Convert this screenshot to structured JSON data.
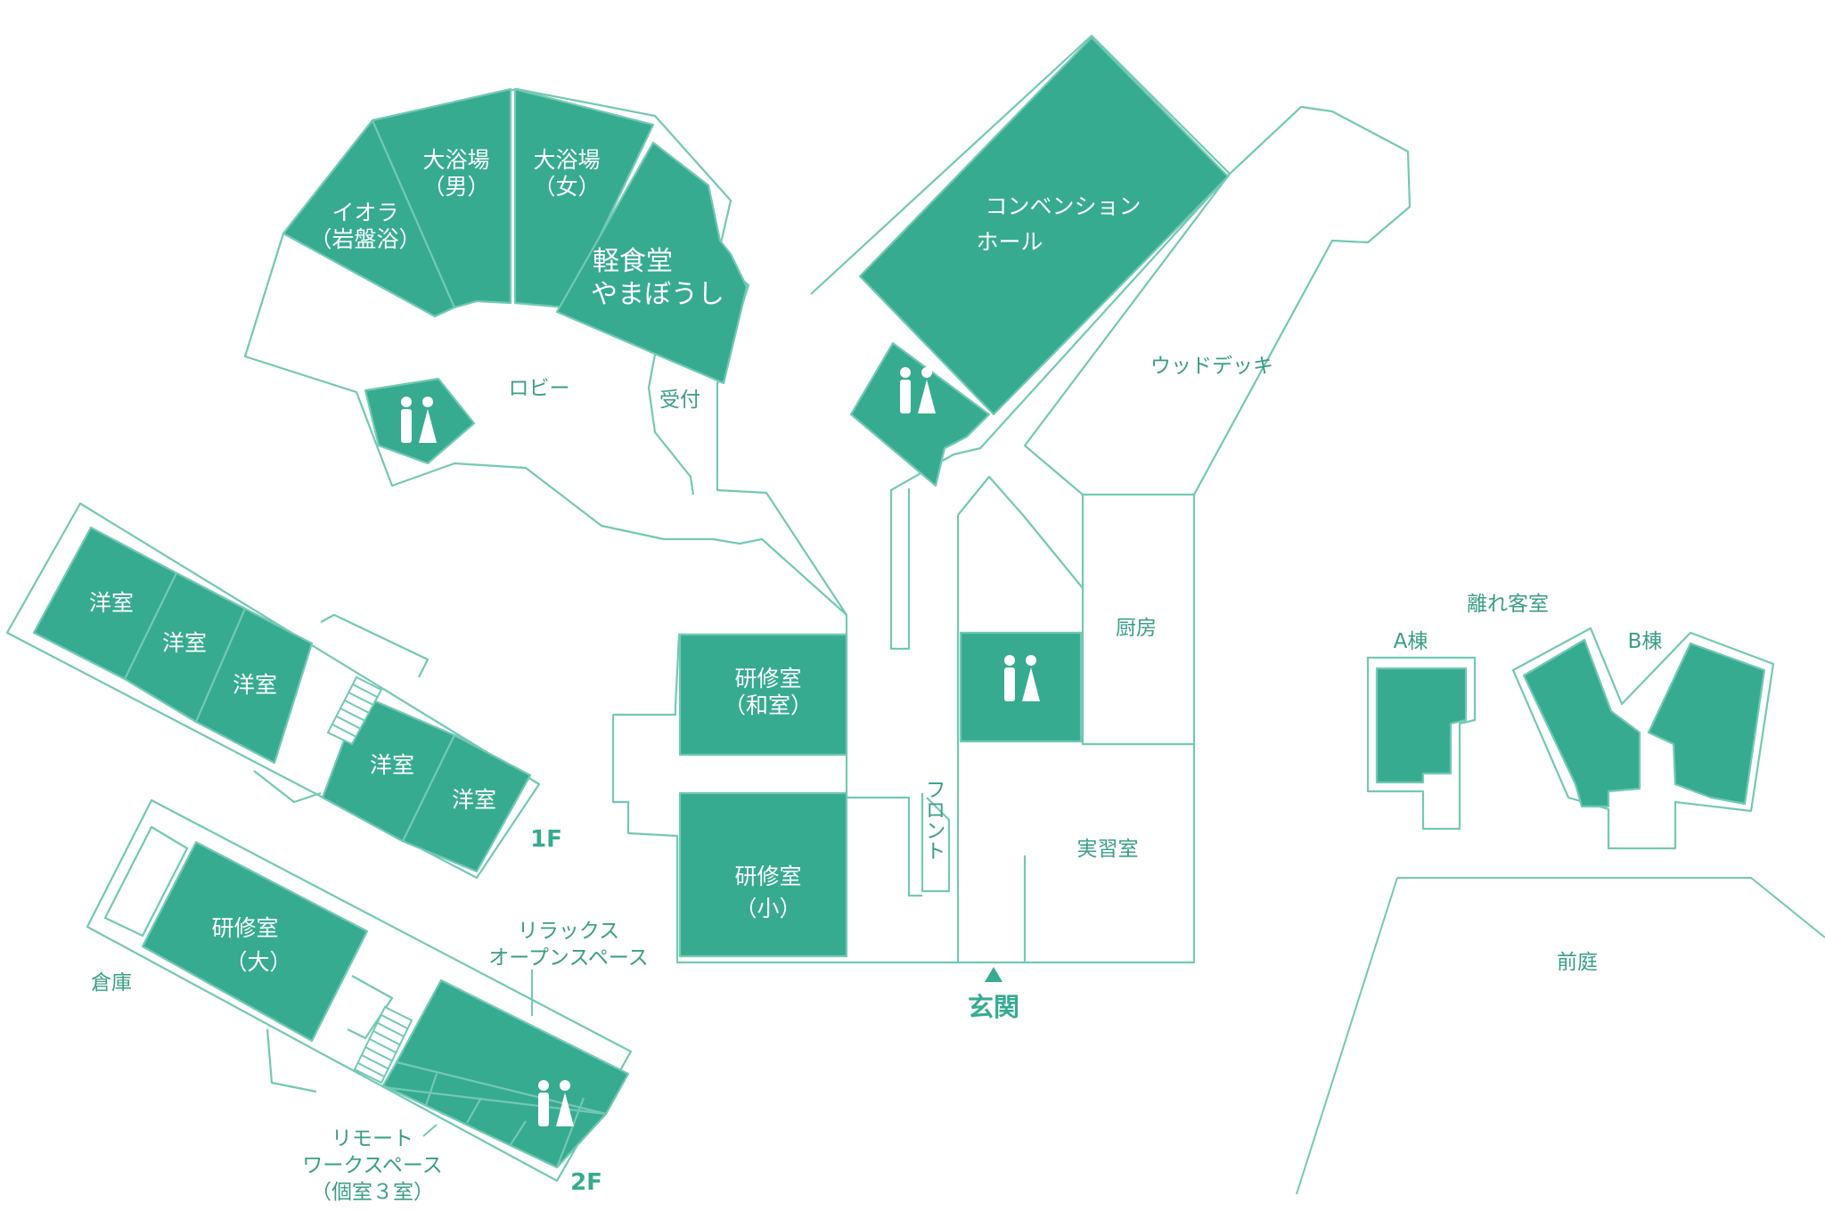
{
  "colors": {
    "room_fill": "#36ab90",
    "wall_stroke": "#72c9b3",
    "label_text": "#3a9e86",
    "background": "#ffffff"
  },
  "rooms": {
    "iora": [
      "イオラ",
      "（岩盤浴）"
    ],
    "bath_m": [
      "大浴場",
      "（男）"
    ],
    "bath_f": [
      "大浴場",
      "（女）"
    ],
    "snack": [
      "軽食堂",
      "やまぼうし"
    ],
    "lobby": "ロビー",
    "reception": "受付",
    "convention": [
      "コンベンション",
      "ホール"
    ],
    "wood_deck": "ウッドデッキ",
    "western_room": "洋室",
    "training_japanese": [
      "研修室",
      "（和室）"
    ],
    "training_small": [
      "研修室",
      "（小）"
    ],
    "training_large": [
      "研修室",
      "（大）"
    ],
    "kitchen": "厨房",
    "practice_room": "実習室",
    "front_desk": "フロント",
    "entrance": "玄関",
    "detached_rooms": "離れ客室",
    "building_a": "A棟",
    "building_b": "B棟",
    "front_garden": "前庭",
    "storage": "倉庫",
    "relax_space": [
      "リラックス",
      "オープンスペース"
    ],
    "remote_space": [
      "リモート",
      "ワークスペース",
      "（個室３室）"
    ]
  },
  "floors": {
    "first": "1F",
    "second": "2F"
  },
  "icons": {
    "restroom": "restroom-icon",
    "entrance_marker": "triangle-up-icon",
    "stairs": "stairs-icon"
  }
}
